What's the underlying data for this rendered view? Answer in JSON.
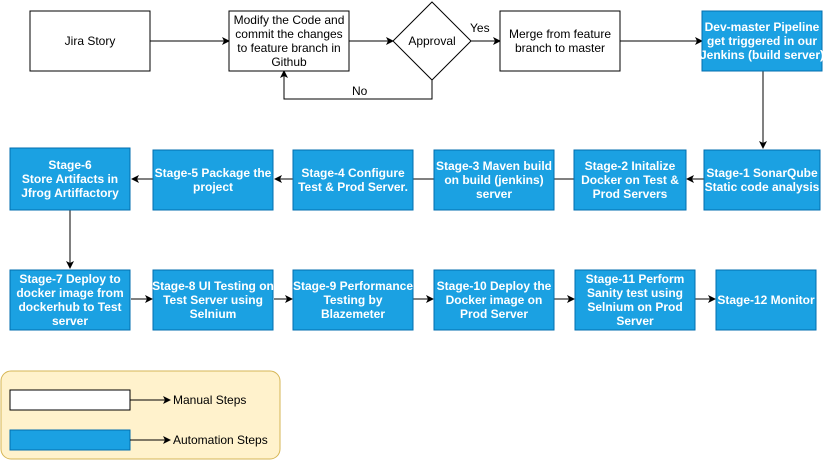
{
  "nodes": {
    "jira": {
      "lines": [
        "Jira Story"
      ]
    },
    "modify": {
      "lines": [
        "Modify the Code and",
        "commit the changes",
        "to feature branch in",
        "Github"
      ]
    },
    "approval": {
      "lines": [
        "Approval"
      ]
    },
    "merge": {
      "lines": [
        "Merge from feature",
        "branch to master"
      ]
    },
    "pipeline": {
      "lines": [
        "Dev-master Pipeline",
        "get triggered in our",
        "Jenkins (build server)"
      ]
    },
    "s1": {
      "lines": [
        "Stage-1 SonarQube",
        "Static code analysis"
      ]
    },
    "s2": {
      "lines": [
        "Stage-2 Initalize",
        "Docker on Test &",
        "Prod Servers"
      ]
    },
    "s3": {
      "lines": [
        "Stage-3 Maven build",
        "on build (jenkins)",
        "server"
      ]
    },
    "s4": {
      "lines": [
        "Stage-4 Configure",
        "Test & Prod Server."
      ]
    },
    "s5": {
      "lines": [
        "Stage-5 Package the",
        "project"
      ]
    },
    "s6": {
      "lines": [
        "Stage-6",
        "Store Artifacts in",
        "Jfrog Artiffactory"
      ]
    },
    "s7": {
      "lines": [
        "Stage-7 Deploy to",
        "docker image from",
        "dockerhub to Test",
        "server"
      ]
    },
    "s8": {
      "lines": [
        "Stage-8 UI Testing on",
        "Test Server using",
        "Selnium"
      ]
    },
    "s9": {
      "lines": [
        "Stage-9 Performance",
        "Testing by",
        "Blazemeter"
      ]
    },
    "s10": {
      "lines": [
        "Stage-10 Deploy the",
        "Docker image on",
        "Prod Server"
      ]
    },
    "s11": {
      "lines": [
        "Stage-11 Perform",
        "Sanity test using",
        "Selnium on Prod",
        "Server"
      ]
    },
    "s12": {
      "lines": [
        "Stage-12 Monitor"
      ]
    }
  },
  "edge_labels": {
    "yes": "Yes",
    "no": "No"
  },
  "legend": {
    "manual": "Manual Steps",
    "automation": "Automation Steps"
  },
  "colors": {
    "automation_fill": "#1BA1E2",
    "automation_stroke": "#006EAF",
    "manual_fill": "#FFFFFF",
    "manual_stroke": "#000000",
    "legend_fill": "#FFF2CC",
    "legend_stroke": "#D6B656"
  }
}
